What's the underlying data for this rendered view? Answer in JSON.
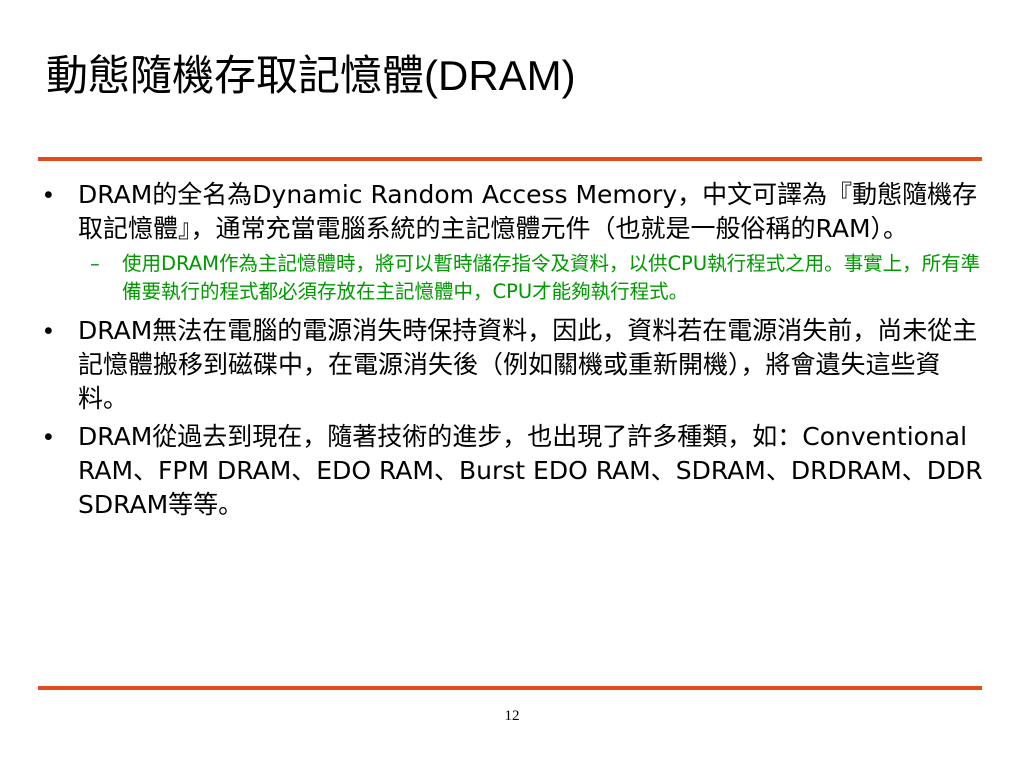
{
  "slide": {
    "title_cjk": "動態隨機存取記憶體",
    "title_latin": "(DRAM)",
    "accent_color": "#e34a1c",
    "sub_text_color": "#009900",
    "bullets": [
      {
        "marker": "•",
        "text": "DRAM的全名為Dynamic Random Access Memory，中文可譯為『動態隨機存取記憶體』，通常充當電腦系統的主記憶體元件（也就是一般俗稱的RAM）。",
        "sub": {
          "marker": "–",
          "text": "使用DRAM作為主記憶體時，將可以暫時儲存指令及資料，以供CPU執行程式之用。事實上，所有準備要執行的程式都必須存放在主記憶體中，CPU才能夠執行程式。"
        }
      },
      {
        "marker": "•",
        "text": "DRAM無法在電腦的電源消失時保持資料，因此，資料若在電源消失前，尚未從主記憶體搬移到磁碟中，在電源消失後（例如關機或重新開機），將會遺失這些資料。"
      },
      {
        "marker": "•",
        "text": "DRAM從過去到現在，隨著技術的進步，也出現了許多種類，如：Conventional RAM、FPM DRAM、EDO RAM、Burst EDO RAM、SDRAM、DRDRAM、DDR SDRAM等等。"
      }
    ],
    "page_number": "12"
  }
}
